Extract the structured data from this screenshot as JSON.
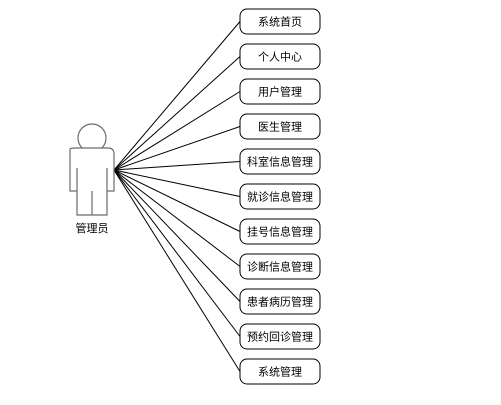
{
  "actor": {
    "name": "管理员"
  },
  "use_cases": [
    "系统首页",
    "个人中心",
    "用户管理",
    "医生管理",
    "科室信息管理",
    "就诊信息管理",
    "挂号信息管理",
    "诊断信息管理",
    "患者病历管理",
    "预约回诊管理",
    "系统管理"
  ],
  "colors": {
    "stroke": "#000000",
    "actor_stroke": "#6b6b6b",
    "background": "#ffffff"
  }
}
